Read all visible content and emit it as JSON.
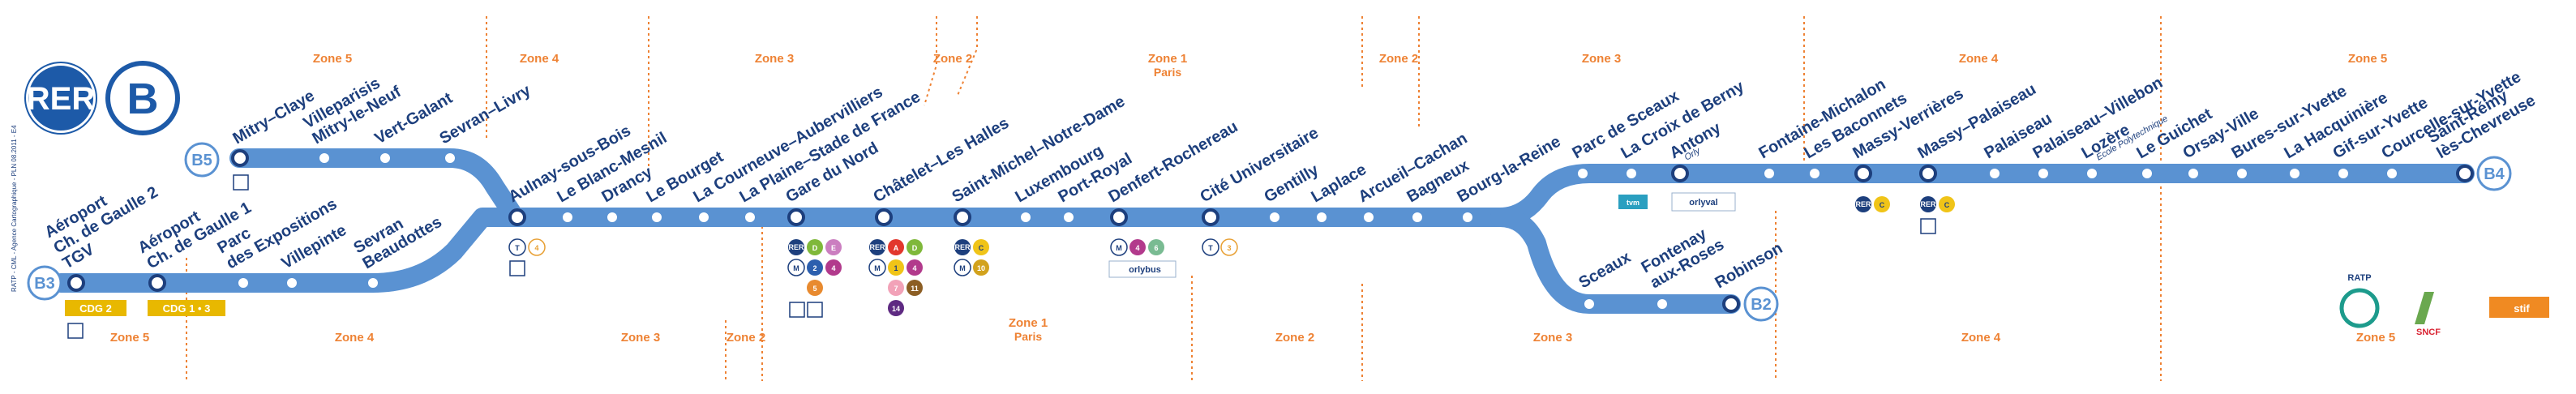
{
  "line": {
    "network_label": "RER",
    "line_letter": "B"
  },
  "credit": "RATP - CML - Agence Cartographique - PLN 08.2011 - E4",
  "terminus_badges": {
    "b3": "B3",
    "b5": "B5",
    "b2": "B2",
    "b4": "B4"
  },
  "zones_top": [
    "Zone 5",
    "Zone 4",
    "Zone 3",
    "Zone 2",
    "Zone 1",
    "Paris",
    "Zone 2",
    "Zone 3",
    "Zone 4",
    "Zone 5"
  ],
  "zones_bottom": [
    "Zone 5",
    "Zone 4",
    "Zone 3",
    "Zone 2",
    "Zone 1",
    "Paris",
    "Zone 2",
    "Zone 3",
    "Zone 4",
    "Zone 5"
  ],
  "stations": {
    "cdg2": [
      "Aéroport",
      "Ch. de Gaulle 2",
      "TGV"
    ],
    "cdg1": [
      "Aéroport",
      "Ch. de Gaulle 1"
    ],
    "parc_expo": [
      "Parc",
      "des Expositions"
    ],
    "villepinte": "Villepinte",
    "sevran_beaudottes": [
      "Sevran",
      "Beaudottes"
    ],
    "mitry_claye": "Mitry–Claye",
    "villeparisis": [
      "Villeparisis",
      "Mitry-le-Neuf"
    ],
    "vert_galant": "Vert-Galant",
    "sevran_livry": "Sevran–Livry",
    "aulnay": "Aulnay-sous-Bois",
    "blanc_mesnil": "Le Blanc-Mesnil",
    "drancy": "Drancy",
    "le_bourget": "Le Bourget",
    "courneuve": "La Courneuve–Aubervilliers",
    "plaine": "La Plaine–Stade de France",
    "gare_nord": "Gare du Nord",
    "chatelet": "Châtelet–Les Halles",
    "st_michel": "Saint-Michel–Notre-Dame",
    "luxembourg": "Luxembourg",
    "port_royal": "Port-Royal",
    "denfert": "Denfert-Rochereau",
    "cite_u": "Cité Universitaire",
    "gentilly": "Gentilly",
    "laplace": "Laplace",
    "arcueil": "Arcueil–Cachan",
    "bagneux": "Bagneux",
    "bourg_reine": "Bourg-la-Reine",
    "parc_sceaux": "Parc de Sceaux",
    "croix_berny": "La Croix de Berny",
    "antony": "Antony",
    "antony_sub": "Orly",
    "fontaine_michalon": "Fontaine-Michalon",
    "baconnets": "Les Baconnets",
    "massy_verrieres": "Massy-Verrières",
    "massy_palaiseau": "Massy–Palaiseau",
    "palaiseau": "Palaiseau",
    "palaiseau_villebon": "Palaiseau–Villebon",
    "lozere": "Lozère",
    "lozere_sub": "École Polytechnique",
    "le_guichet": "Le Guichet",
    "orsay_ville": "Orsay-Ville",
    "bures": "Bures-sur-Yvette",
    "hacquiniere": "La Hacquinière",
    "gif": "Gif-sur-Yvette",
    "courcelle": "Courcelle-sur-Yvette",
    "st_remy": [
      "Saint-Rémy",
      "lès-Chevreuse"
    ],
    "sceaux": "Sceaux",
    "fontenay": [
      "Fontenay",
      "aux-Roses"
    ],
    "robinson": "Robinson"
  },
  "connections": {
    "cdg2_label": "CDG 2",
    "cdg1_label": "CDG 1 • 3",
    "tram": "T",
    "tram4": "4",
    "tram3": "3",
    "rer": "RER",
    "metro": "M",
    "gare_nord_rer": [
      "D",
      "E"
    ],
    "gare_nord_metro": [
      "2",
      "4"
    ],
    "gare_nord_metro2": [
      "5"
    ],
    "chatelet_rer": [
      "A",
      "D"
    ],
    "chatelet_metro": [
      "1",
      "4"
    ],
    "chatelet_metro2": [
      "7",
      "11"
    ],
    "chatelet_metro3": [
      "14"
    ],
    "luxembourg_rer": "C",
    "luxembourg_metro": "10",
    "denfert_metro": [
      "4",
      "6"
    ],
    "orlybus": "orlybus",
    "orlyval": "orlyval",
    "tvm": "tvm",
    "massy_rer": "C"
  },
  "logos": {
    "ratp": "RATP",
    "sncf": "SNCF",
    "stif": "stif"
  },
  "colors": {
    "line_blue": "#5a92d2",
    "text_navy": "#1d3f7d",
    "zone_orange": "#ee8234",
    "rer_dark": "#1d5aa8",
    "cdg_yellow": "#e8b800"
  }
}
